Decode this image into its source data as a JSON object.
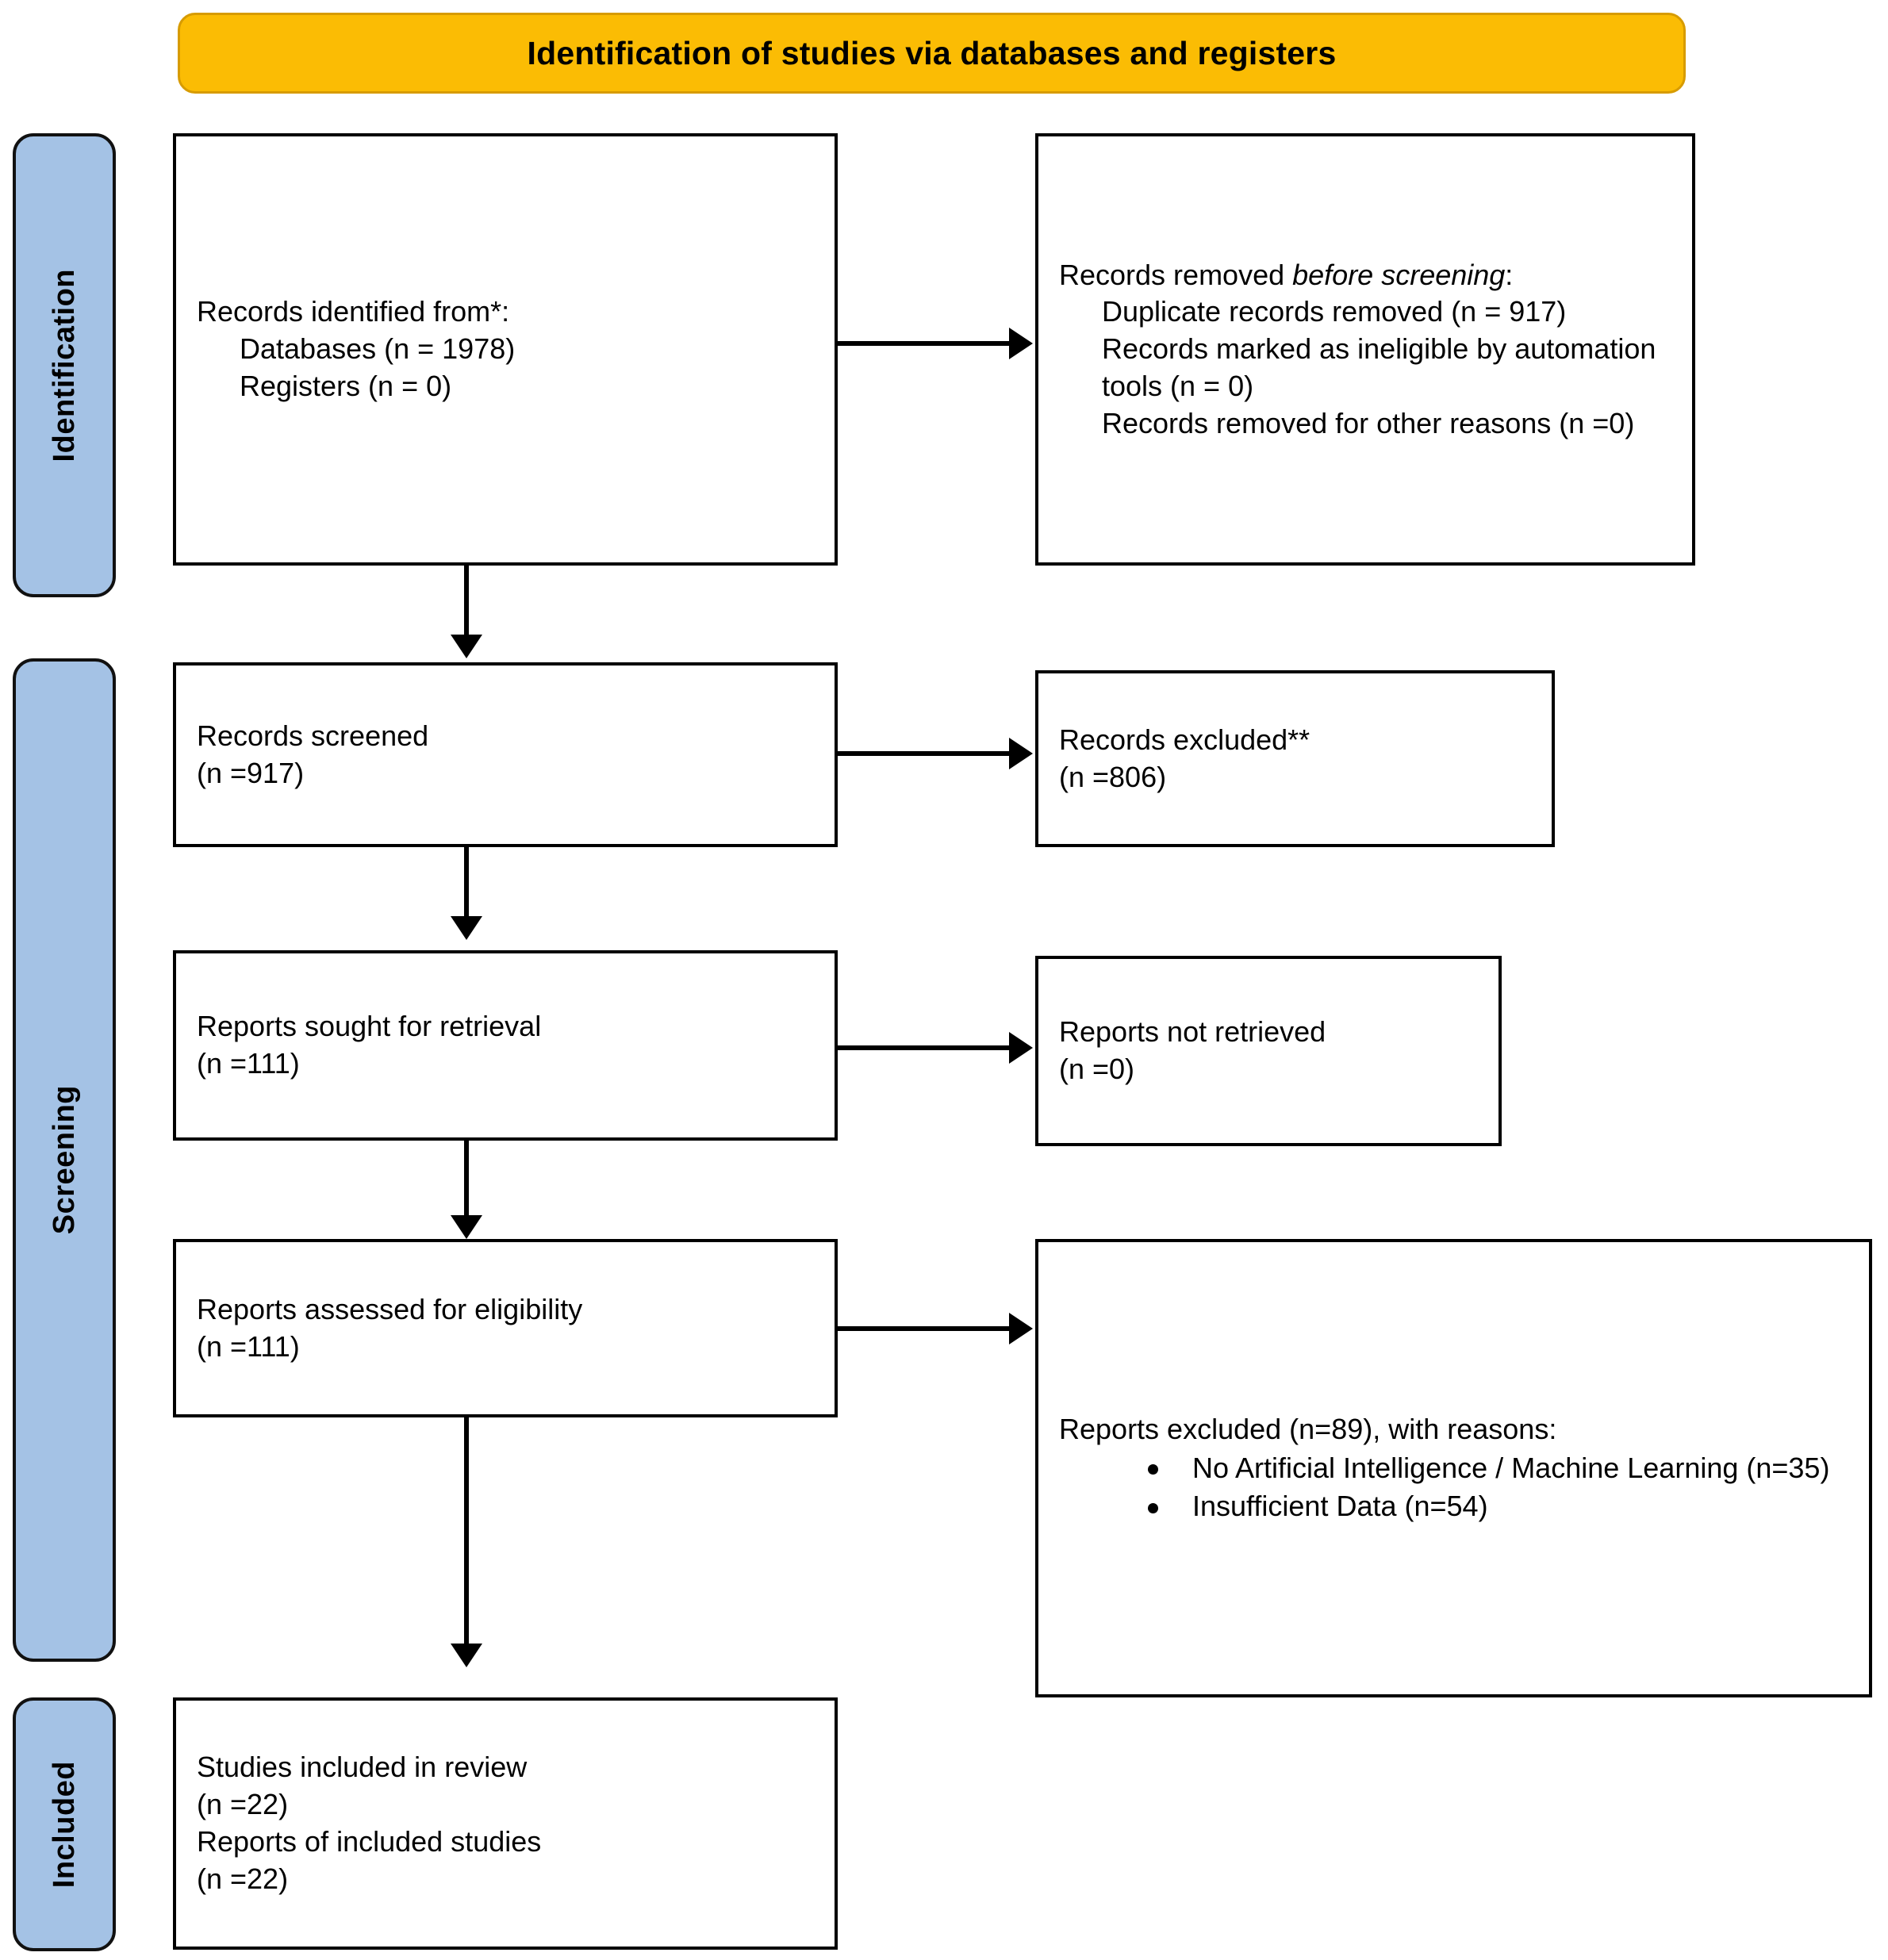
{
  "banner": {
    "title": "Identification of studies via databases and registers"
  },
  "rails": [
    {
      "label": "Identification"
    },
    {
      "label": "Screening"
    },
    {
      "label": "Included"
    }
  ],
  "boxes": {
    "records_identified": {
      "line1": "Records identified from*:",
      "line2": "Databases (n = 1978)",
      "line3": "Registers (n = 0)"
    },
    "records_removed": {
      "line1a": "Records removed ",
      "line1b": "before screening",
      "line1c": ":",
      "line2": "Duplicate records removed (n = 917)",
      "line3": "Records marked as ineligible by automation tools (n = 0)",
      "line4": "Records removed for other reasons (n =0)"
    },
    "records_screened": {
      "line1": "Records screened",
      "line2": "(n =917)"
    },
    "records_excluded": {
      "line1": "Records excluded**",
      "line2": "(n =806)"
    },
    "reports_sought": {
      "line1": "Reports sought for retrieval",
      "line2": "(n =111)"
    },
    "reports_not_retrieved": {
      "line1": "Reports not retrieved",
      "line2": "(n =0)"
    },
    "reports_assessed": {
      "line1": "Reports assessed for eligibility",
      "line2": "(n =111)"
    },
    "reports_excluded": {
      "heading": "Reports excluded (n=89), with reasons:",
      "bullets": [
        "No Artificial Intelligence / Machine Learning (n=35)",
        "Insufficient Data (n=54)"
      ]
    },
    "studies_included": {
      "line1": "Studies included in review",
      "line2": "(n =22)",
      "line3": "Reports of included studies",
      "line4": "(n =22)"
    }
  },
  "colors": {
    "banner_fill": "#FBBC04",
    "banner_border": "#D79B00",
    "rail_fill": "#A4C2E5",
    "stroke": "#000000",
    "page_background": "#FFFFFF"
  },
  "chart_data": {
    "type": "diagram",
    "title": "PRISMA 2020 flow diagram",
    "nodes": [
      {
        "id": "records_identified",
        "phase": "Identification",
        "label": "Records identified from*: Databases (n = 1978); Registers (n = 0)",
        "value": 1978
      },
      {
        "id": "records_removed",
        "phase": "Identification",
        "label": "Records removed before screening: Duplicate records removed (n = 917); Records marked as ineligible by automation tools (n = 0); Records removed for other reasons (n =0)",
        "value": 917
      },
      {
        "id": "records_screened",
        "phase": "Screening",
        "label": "Records screened (n =917)",
        "value": 917
      },
      {
        "id": "records_excluded",
        "phase": "Screening",
        "label": "Records excluded** (n =806)",
        "value": 806
      },
      {
        "id": "reports_sought",
        "phase": "Screening",
        "label": "Reports sought for retrieval (n =111)",
        "value": 111
      },
      {
        "id": "reports_not_retrieved",
        "phase": "Screening",
        "label": "Reports not retrieved (n =0)",
        "value": 0
      },
      {
        "id": "reports_assessed",
        "phase": "Screening",
        "label": "Reports assessed for eligibility (n =111)",
        "value": 111
      },
      {
        "id": "reports_excluded",
        "phase": "Screening",
        "label": "Reports excluded (n=89), with reasons: No Artificial Intelligence / Machine Learning (n=35); Insufficient Data (n=54)",
        "value": 89
      },
      {
        "id": "studies_included",
        "phase": "Included",
        "label": "Studies included in review (n =22); Reports of included studies (n =22)",
        "value": 22
      }
    ],
    "edges": [
      {
        "from": "records_identified",
        "to": "records_removed",
        "direction": "right"
      },
      {
        "from": "records_identified",
        "to": "records_screened",
        "direction": "down"
      },
      {
        "from": "records_screened",
        "to": "records_excluded",
        "direction": "right"
      },
      {
        "from": "records_screened",
        "to": "reports_sought",
        "direction": "down"
      },
      {
        "from": "reports_sought",
        "to": "reports_not_retrieved",
        "direction": "right"
      },
      {
        "from": "reports_sought",
        "to": "reports_assessed",
        "direction": "down"
      },
      {
        "from": "reports_assessed",
        "to": "reports_excluded",
        "direction": "right"
      },
      {
        "from": "reports_assessed",
        "to": "studies_included",
        "direction": "down"
      }
    ]
  }
}
